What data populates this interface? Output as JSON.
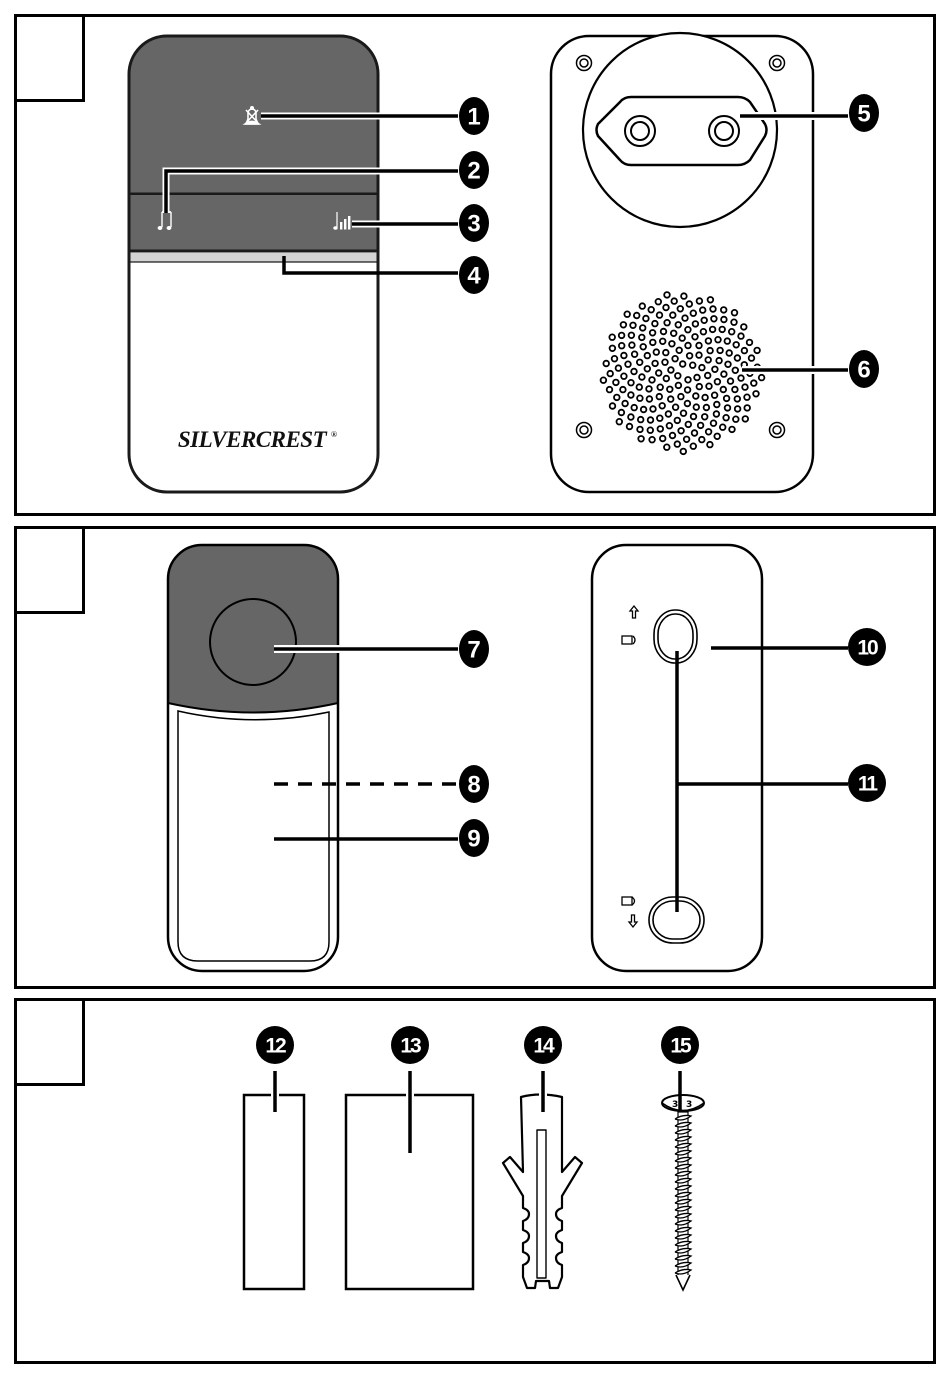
{
  "document": {
    "type": "product parts overview diagram",
    "figures": [
      {
        "figure_label": "",
        "devices": [
          {
            "name": "receiver front",
            "brand_logo": "SILVERCREST",
            "brand_mark": "®"
          },
          {
            "name": "receiver back"
          }
        ]
      },
      {
        "figure_label": "",
        "devices": [
          {
            "name": "transmitter front"
          },
          {
            "name": "transmitter back"
          }
        ]
      },
      {
        "figure_label": "",
        "devices": [
          {
            "name": "accessories"
          }
        ]
      }
    ],
    "callouts": [
      {
        "number": "1",
        "target": "mute-icon",
        "icon": "bell-crossed-icon"
      },
      {
        "number": "2",
        "target": "melody-button",
        "icon": "music-note-icon"
      },
      {
        "number": "3",
        "target": "volume-button",
        "icon": "volume-note-icon"
      },
      {
        "number": "4",
        "target": "led-strip"
      },
      {
        "number": "5",
        "target": "power-plug"
      },
      {
        "number": "6",
        "target": "speaker-grille"
      },
      {
        "number": "7",
        "target": "bell-push-button"
      },
      {
        "number": "8",
        "target": "name-label-insert",
        "line_style": "dashed"
      },
      {
        "number": "9",
        "target": "transparent-cover"
      },
      {
        "number": "10",
        "target": "mounting-slot-lock",
        "icons": [
          "arrow-up-icon",
          "lock-open-icon"
        ]
      },
      {
        "number": "11",
        "target": "mounting-holes",
        "icons": [
          "lock-closed-icon",
          "arrow-down-icon"
        ]
      },
      {
        "number": "12",
        "target": "double-sided-tape-small"
      },
      {
        "number": "13",
        "target": "double-sided-tape-large"
      },
      {
        "number": "14",
        "target": "wall-plug"
      },
      {
        "number": "15",
        "target": "screw"
      }
    ],
    "colors": {
      "device_dark": "#666666",
      "led_strip": "#d4d4d4",
      "line": "#000000",
      "badge": "#000000",
      "badge_text": "#ffffff",
      "icon_on_dark": "#ffffff"
    }
  }
}
